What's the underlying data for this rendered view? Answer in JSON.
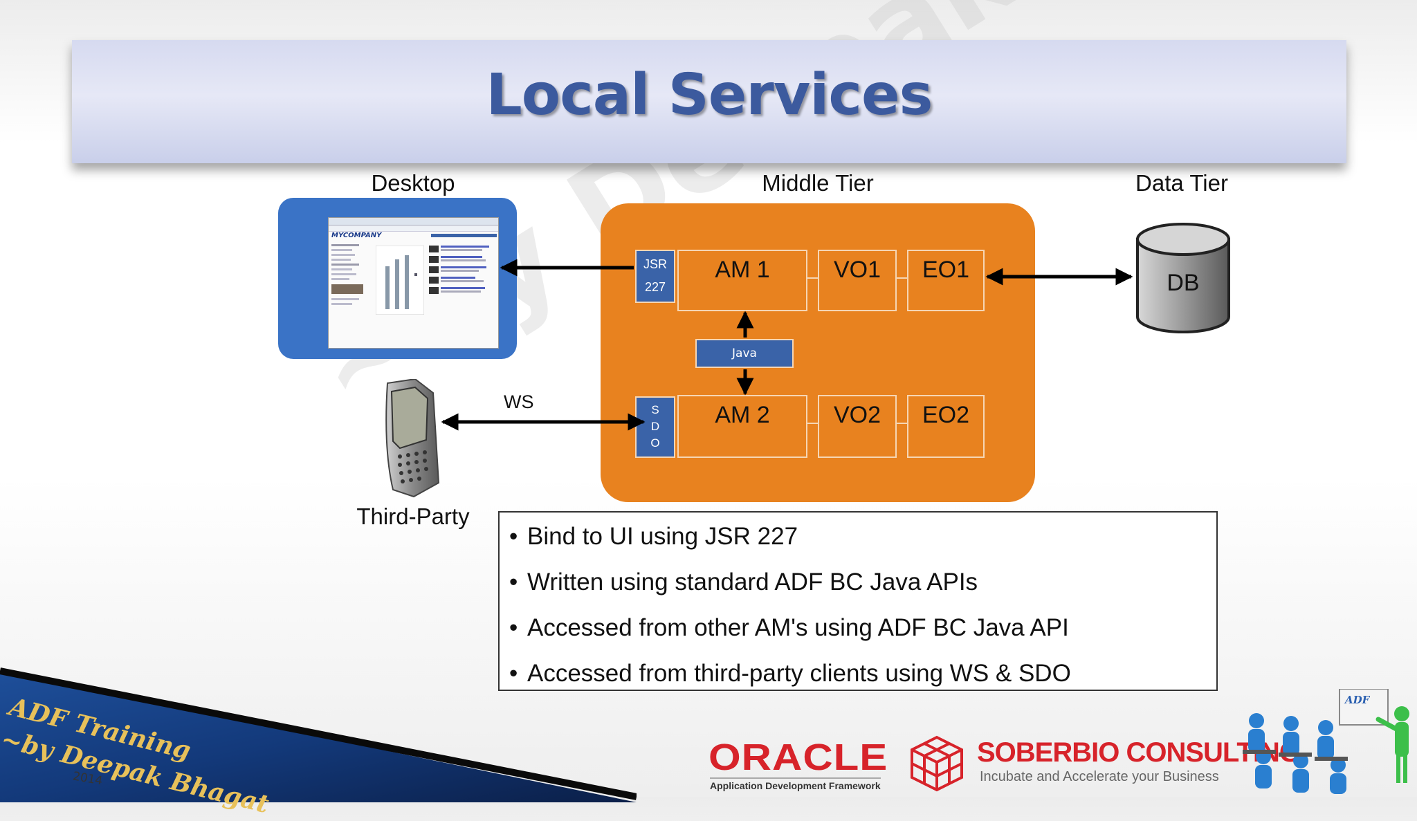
{
  "title": "Local Services",
  "tiers": {
    "desktop": "Desktop",
    "middle": "Middle Tier",
    "data": "Data Tier"
  },
  "desktop_screen": {
    "brand": "MYCOMPANY"
  },
  "middle": {
    "jsr_line1": "JSR",
    "jsr_line2": "227",
    "sdo_letters": [
      "S",
      "D",
      "O"
    ],
    "am1": "AM 1",
    "vo1": "VO1",
    "eo1": "EO1",
    "am2": "AM 2",
    "vo2": "VO2",
    "eo2": "EO2",
    "java": "Java"
  },
  "db_label": "DB",
  "ws_label": "WS",
  "third_party_label": "Third-Party",
  "bullets": [
    "Bind to UI using JSR 227",
    "Written using standard ADF BC Java APIs",
    "Accessed from other AM's using ADF BC Java API",
    "Accessed from third-party clients using WS & SDO"
  ],
  "watermark": "~by Deepak Bhagat",
  "footer": {
    "training_line1": "ADF Training",
    "training_line2": "~by Deepak Bhagat",
    "year": "2014",
    "oracle": "ORACLE",
    "oracle_sub": "Application Development Framework",
    "soberbio": "SOBERBIO CONSULTING",
    "soberbio_tag": "Incubate and Accelerate your Business",
    "adf_badge": "ADF"
  },
  "colors": {
    "title": "#3c5a9e",
    "middle_tier": "#e8821f",
    "desktop_frame": "#3a73c6",
    "component_tab": "#3a63a8",
    "oracle_red": "#d7232a"
  }
}
